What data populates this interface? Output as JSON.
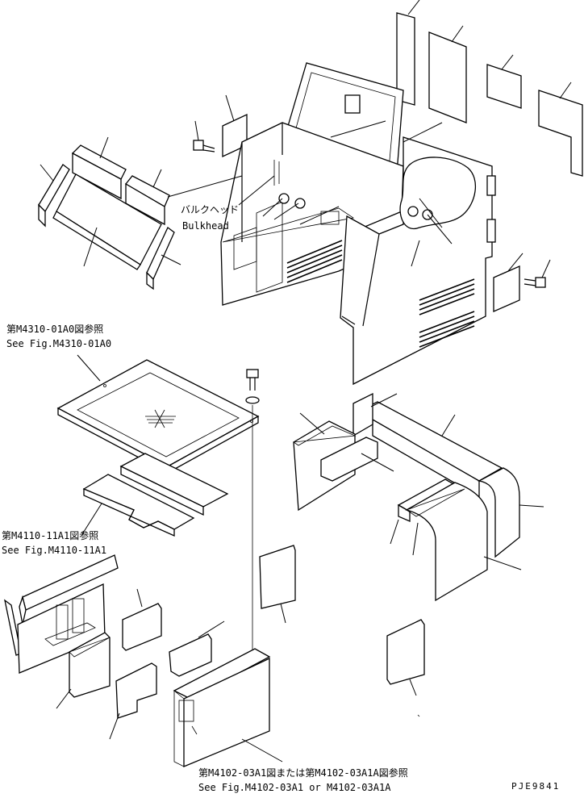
{
  "labels": {
    "bulkhead_jp": "バルクヘッド",
    "bulkhead_en": "Bulkhead",
    "ref1_jp": "第M4310-01A0図参照",
    "ref1_en": "See Fig.M4310-01A0",
    "ref2_jp": "第M4110-11A1図参照",
    "ref2_en": "See Fig.M4110-11A1",
    "ref3_jp": "第M4102-03A1図または第M4102-03A1A図参照",
    "ref3_en": "See Fig.M4102-03A1 or M4102-03A1A",
    "drawing_code": "PJE9841"
  }
}
